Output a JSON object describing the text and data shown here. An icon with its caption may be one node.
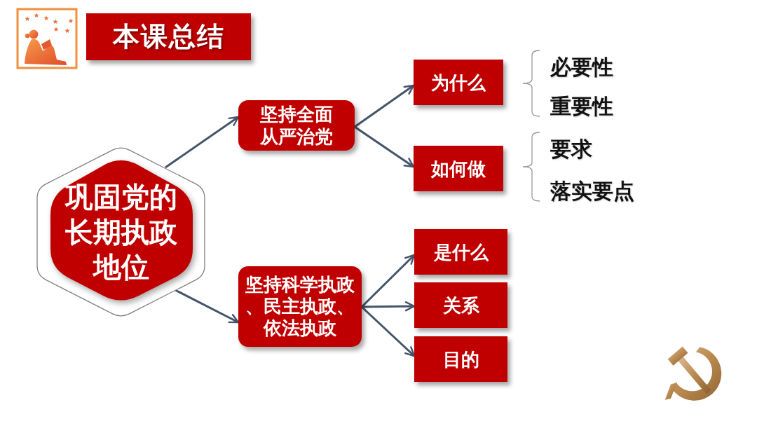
{
  "diagram": {
    "title": "本课总结",
    "nodes": [
      {
        "text": [
          "巩固党的长期执政地位"
        ]
      },
      {
        "text": [
          "坚持全面从严治党"
        ]
      },
      {
        "text": [
          "坚持科学执政、民主执政、依法执政"
        ]
      },
      {
        "text": [
          "为什么"
        ],
        "beside": [
          "必要性",
          "重要性"
        ]
      },
      {
        "text": [
          "如何做"
        ],
        "beside": [
          "要求",
          "落实要点"
        ]
      },
      {
        "text": [
          "是什么"
        ]
      },
      {
        "text": [
          "关系"
        ]
      },
      {
        "text": [
          "目的"
        ]
      }
    ],
    "edges": [
      {
        "from": 0,
        "to": 1,
        "arrow": "to"
      },
      {
        "from": 0,
        "to": 2,
        "arrow": "to"
      },
      {
        "from": 1,
        "to": 3,
        "arrow": "to"
      },
      {
        "from": 1,
        "to": 4,
        "arrow": "to"
      },
      {
        "from": 2,
        "to": 5,
        "arrow": "to"
      },
      {
        "from": 2,
        "to": 6,
        "arrow": "to"
      },
      {
        "from": 2,
        "to": 7,
        "arrow": "to"
      }
    ]
  }
}
